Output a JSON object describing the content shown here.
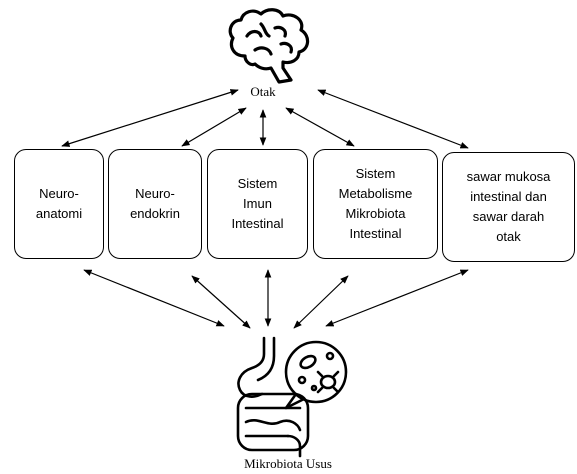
{
  "nodes": {
    "top": {
      "label": "Otak",
      "icon": "brain-icon"
    },
    "bottom": {
      "label": "Mikrobiota Usus",
      "icon": "intestine-microbiota-icon"
    }
  },
  "boxes": [
    {
      "id": "neuroanatomi",
      "lines": [
        "Neuro-",
        "anatomi"
      ]
    },
    {
      "id": "neuroendokrin",
      "lines": [
        "Neuro-",
        "endokrin"
      ]
    },
    {
      "id": "sistem-imun",
      "lines": [
        "Sistem",
        "Imun",
        "Intestinal"
      ]
    },
    {
      "id": "sistem-metabolisme",
      "lines": [
        "Sistem",
        "Metabolisme",
        "Mikrobiota",
        "Intestinal"
      ]
    },
    {
      "id": "sawar",
      "lines": [
        "sawar mukosa",
        "intestinal dan",
        "sawar darah",
        "otak"
      ]
    }
  ],
  "connections": "bidirectional arrows between Otak and every box, and between every box and Mikrobiota Usus"
}
